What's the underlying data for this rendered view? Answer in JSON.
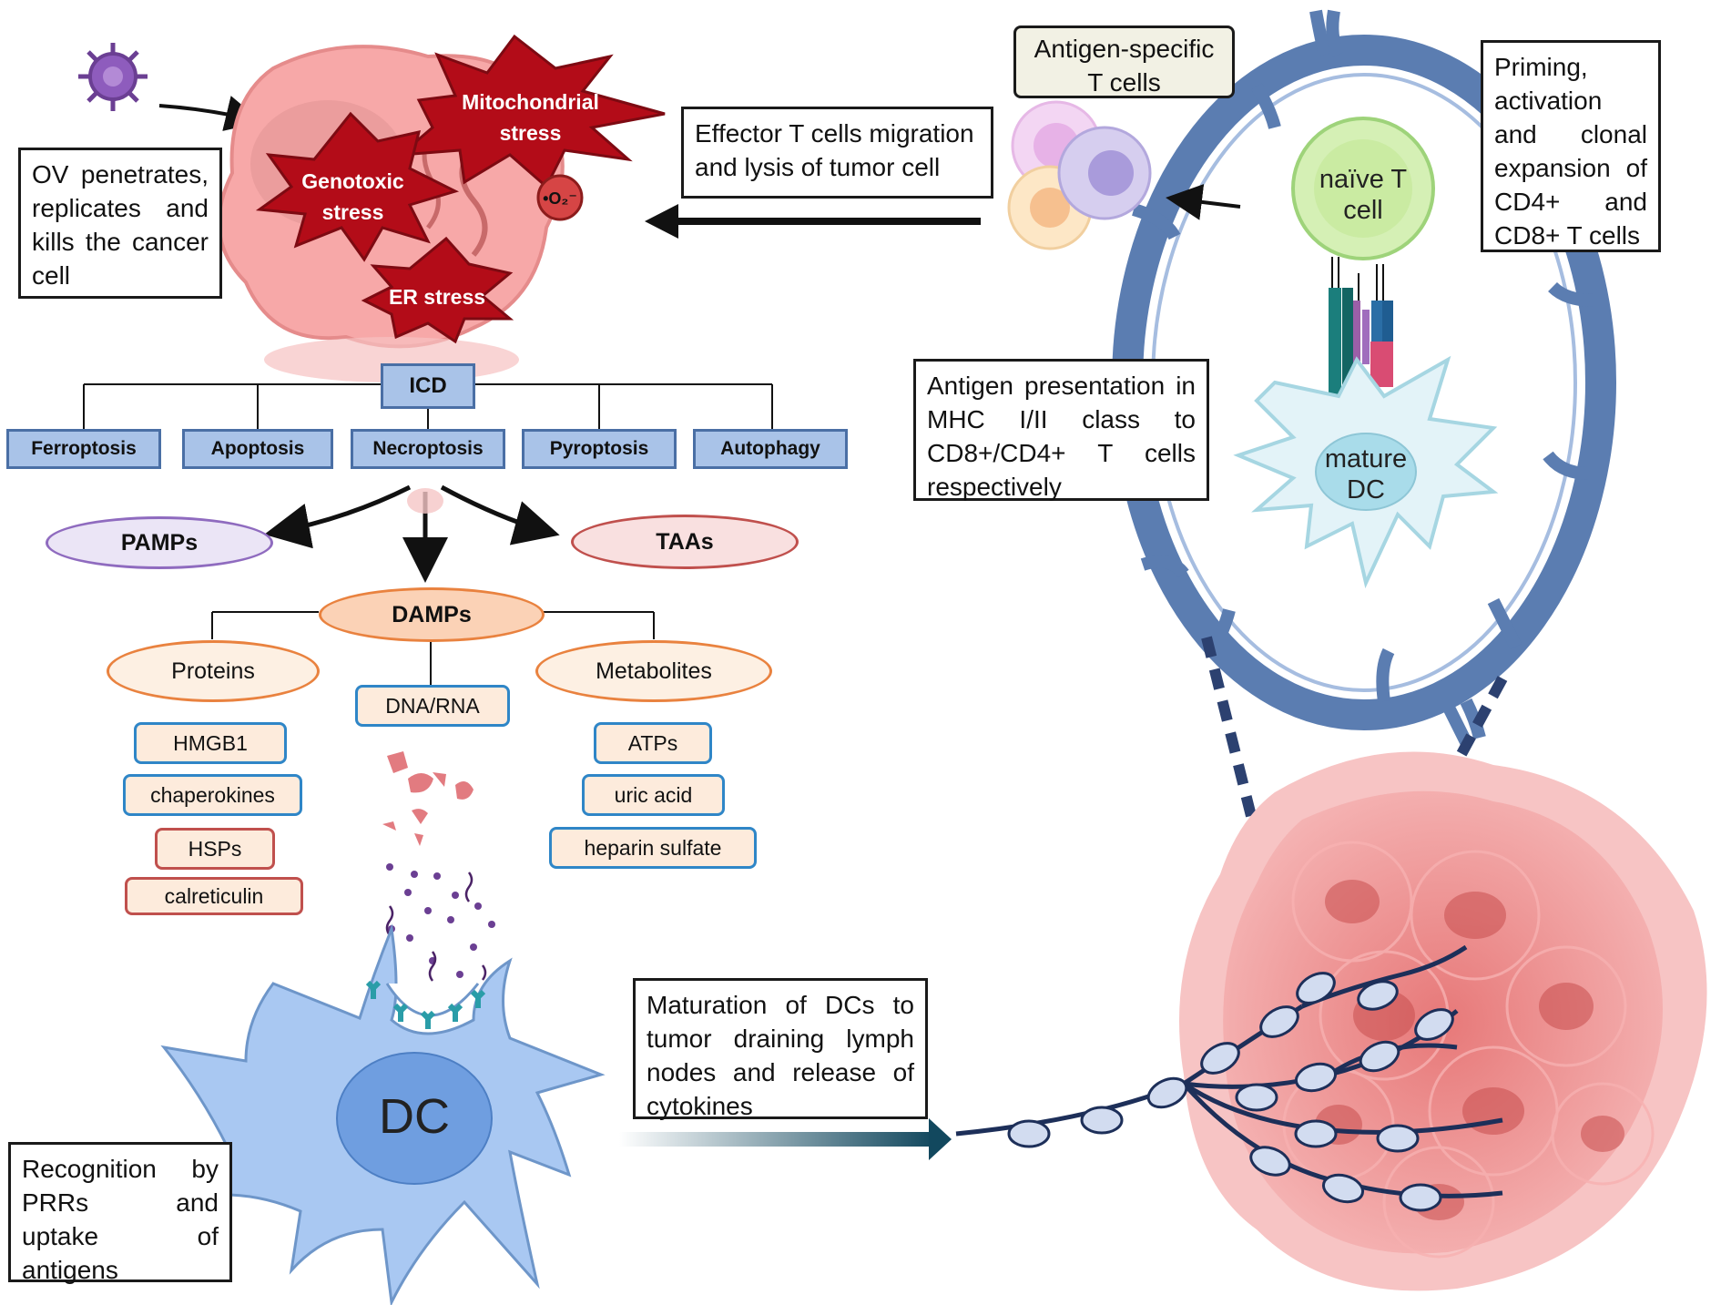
{
  "boxes": {
    "ov": "OV penetrates, replicates and kills the cancer cell",
    "effector": "Effector T cells migration and lysis of tumor cell",
    "antigen_specific": "Antigen-specific T cells",
    "priming": "Priming, activation and clonal expansion of CD4+ and CD8+ T cells",
    "antigen_presentation": "Antigen presentation in MHC I/II class to CD8+/CD4+ T cells respectively",
    "maturation": "Maturation of DCs to tumor draining lymph nodes and release of cytokines",
    "recognition": "Recognition by PRRs and uptake of antigens"
  },
  "stress": {
    "mitochondrial": "Mitochondrial stress",
    "genotoxic": "Genotoxic stress",
    "er": "ER stress",
    "ros": "•O₂⁻"
  },
  "icd": {
    "root": "ICD",
    "types": [
      "Ferroptosis",
      "Apoptosis",
      "Necroptosis",
      "Pyroptosis",
      "Autophagy"
    ]
  },
  "molecules": {
    "pamps": "PAMPs",
    "taas": "TAAs",
    "damps": "DAMPs",
    "proteins": "Proteins",
    "dna_rna": "DNA/RNA",
    "metabolites": "Metabolites",
    "protein_items": [
      "HMGB1",
      "chaperokines",
      "HSPs",
      "calreticulin"
    ],
    "metabolite_items": [
      "ATPs",
      "uric acid",
      "heparin sulfate"
    ]
  },
  "cells": {
    "naive": "naïve T cell",
    "mature_dc": "mature DC",
    "dc": "DC"
  },
  "colors": {
    "tumor": "#f4a6a6",
    "stress_red": "#b30c18",
    "icd_blue": "#a9c3e8",
    "dc_blue": "#a9c8f2",
    "lymph_blue": "#5b7db1",
    "damp_orange": "#f2a36b"
  }
}
